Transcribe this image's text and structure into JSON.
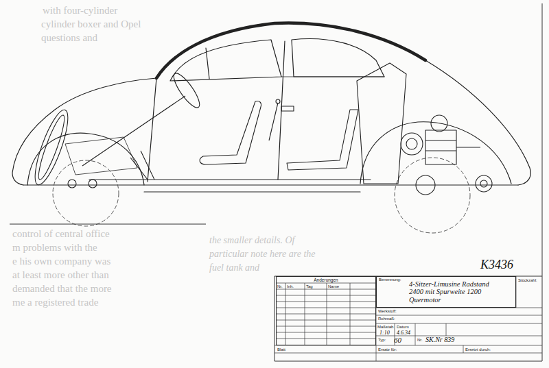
{
  "diagram": {
    "nodes": [
      {
        "text": [
          "Änderungen"
        ]
      },
      {
        "text": [
          "Benennung:",
          "4-Sitzer-Limusine Radstand 2400 mit Spurweite 1200 Quermotor"
        ]
      }
    ],
    "labels": [
      "K3436",
      "Nr.",
      "Inh.",
      "Tag",
      "Name",
      "Blatt",
      "Werkstoff:",
      "Rohmaß:",
      "Stückzahl:",
      "Maßstab",
      "1:10",
      "Datum",
      "4.6.34",
      "Typ:",
      "60",
      "Nr.",
      "SK.Nr 839",
      "Ersatz für:",
      "Ersetzt durch:",
      "with four-cylinder",
      "cylinder boxer and Opel",
      "questions and",
      "control of central office",
      "m problems with the",
      "e his own company was",
      "at least more other than",
      "demanded that the more",
      "me a registered trade",
      "the smaller details. Of",
      "particular note here are the",
      "fuel tank and"
    ]
  }
}
